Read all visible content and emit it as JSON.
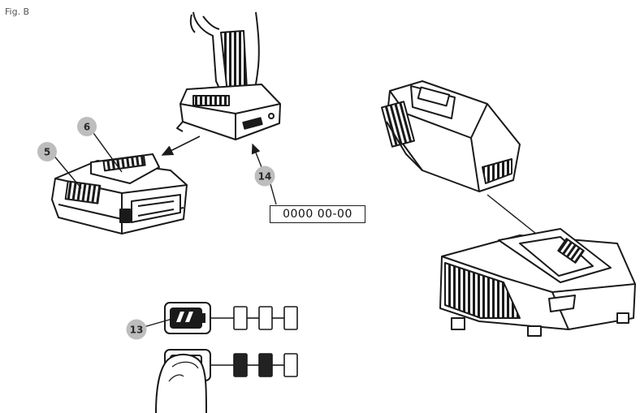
{
  "figure": {
    "label": "Fig. B"
  },
  "serial": {
    "text": "0000  00-00"
  },
  "callouts": [
    {
      "id": "5",
      "text": "5"
    },
    {
      "id": "6",
      "text": "6"
    },
    {
      "id": "14",
      "text": "14"
    },
    {
      "id": "13",
      "text": "13"
    }
  ],
  "fuel_gauge": {
    "top_row_cells_filled": [
      false,
      false,
      false
    ],
    "bottom_row_cells_filled": [
      true,
      true,
      false
    ]
  },
  "colors": {
    "line": "#1a1a1a",
    "callout_fill": "#bdbdbd",
    "fill_dark": "#222222"
  }
}
